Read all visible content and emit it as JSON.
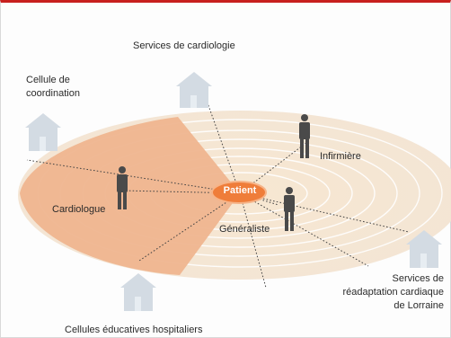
{
  "diagram": {
    "center_label": "Patient",
    "labels": {
      "services_cardiologie": "Services de cardiologie",
      "cellule_coordination": "Cellule de\ncoordination",
      "infirmiere": "Infirmière",
      "cardiologue": "Cardiologue",
      "generaliste": "Généraliste",
      "services_readaptation": "Services de\nréadaptation cardiaque\nde Lorraine",
      "cellules_educatives": "Cellules éducatives hospitaliers"
    },
    "colors": {
      "frame_accent": "#c8201e",
      "ellipse_fill": "#f4e3cc",
      "sector_fill": "#eeb58c",
      "patient_fill": "#ef7d3a",
      "house_color": "#cfd8e1",
      "person_color": "#4a4a4a"
    },
    "icons": [
      "house-icon",
      "person-icon"
    ]
  }
}
